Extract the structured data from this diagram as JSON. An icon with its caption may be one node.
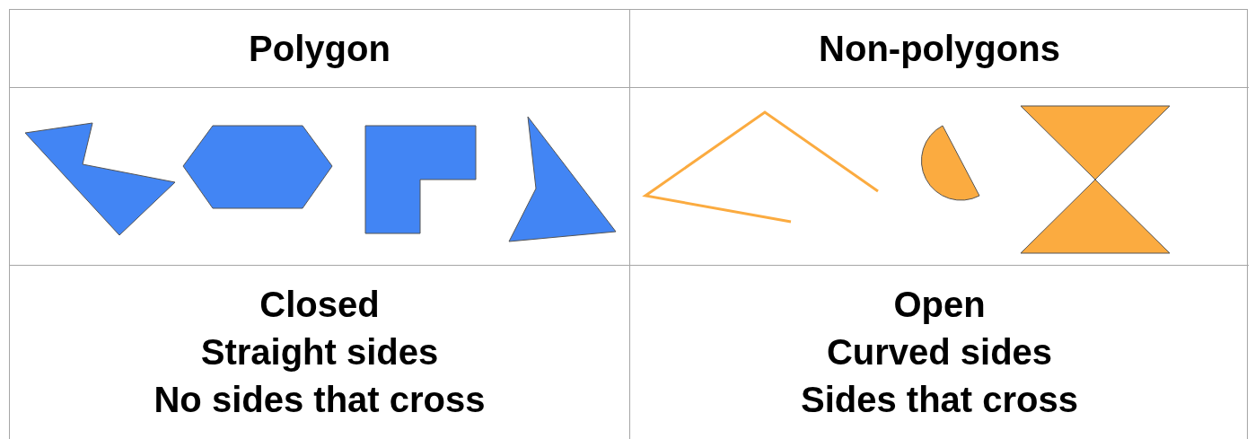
{
  "diagram": {
    "labels": [
      "Polygon",
      "Non-polygons",
      "Closed",
      "Straight sides",
      "No sides that cross",
      "Open",
      "Curved sides",
      "Sides that cross"
    ]
  }
}
